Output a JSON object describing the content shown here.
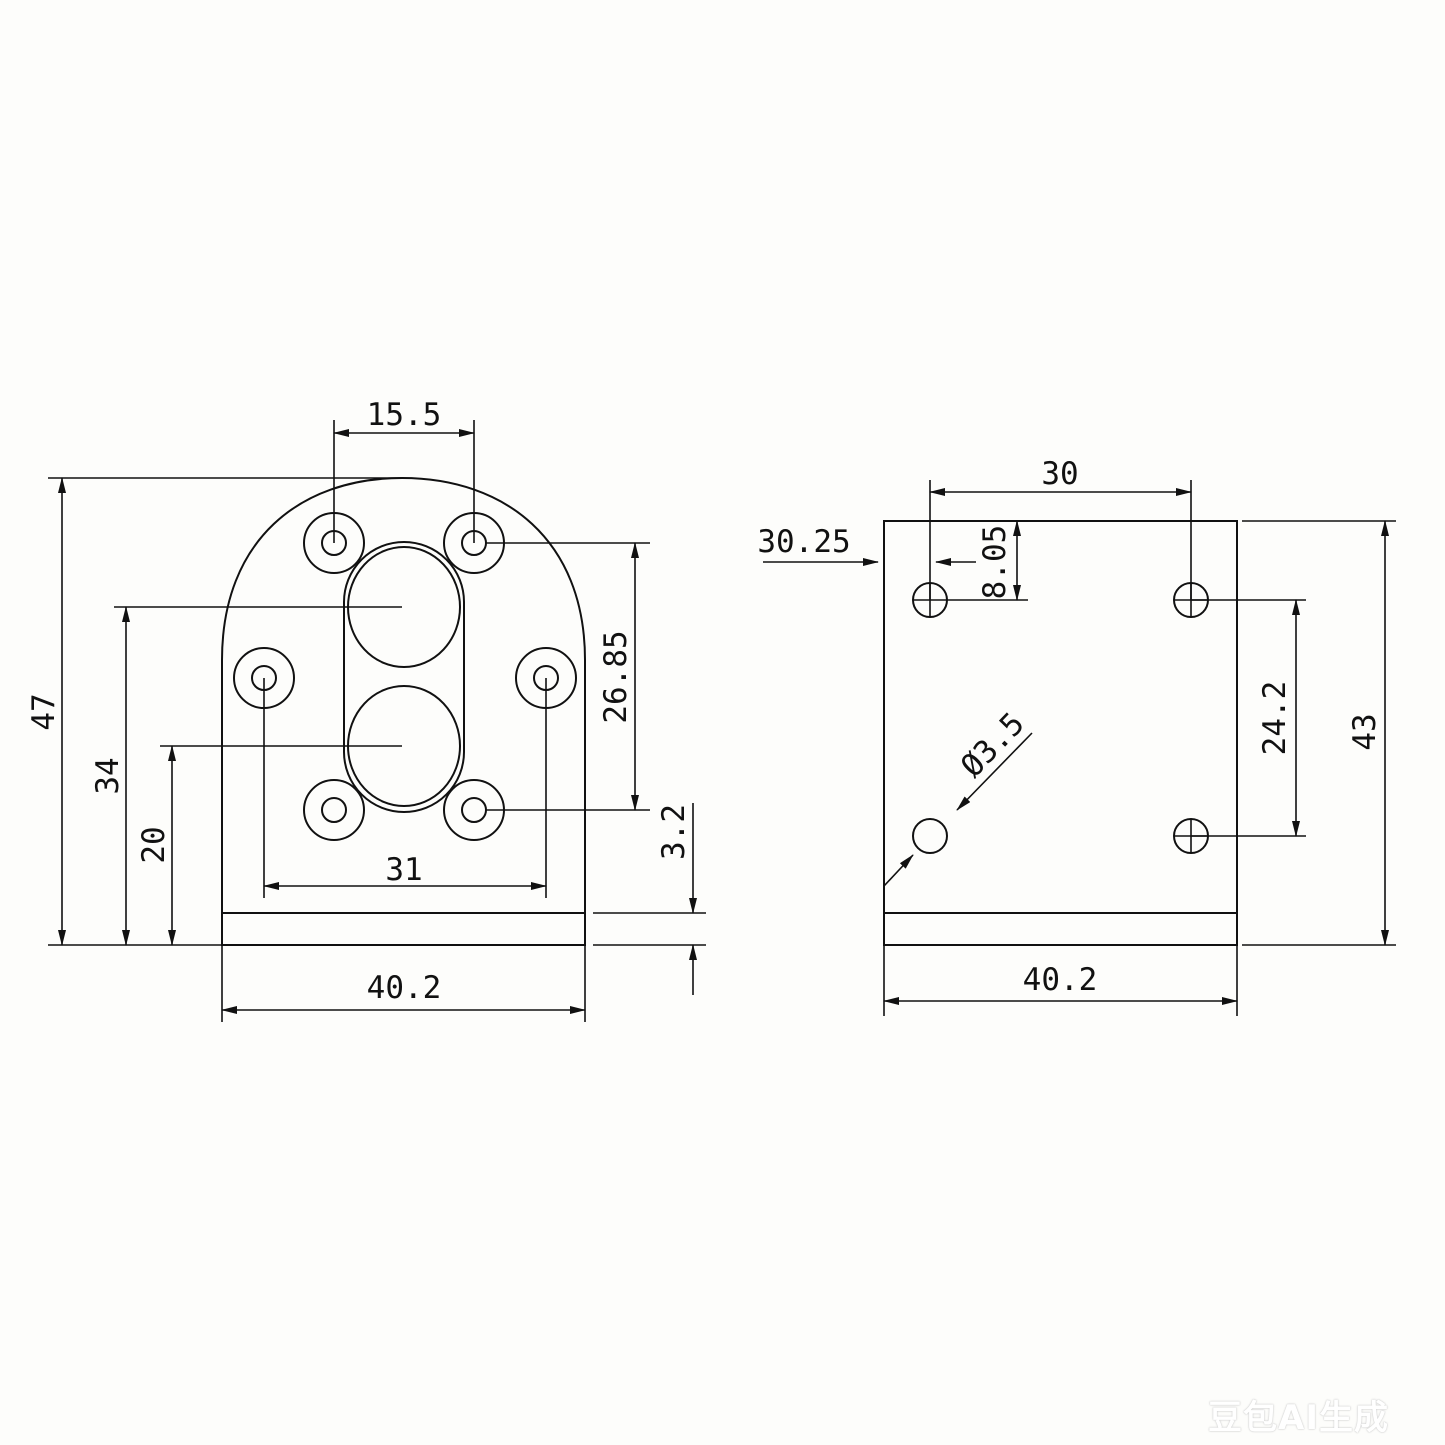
{
  "front_view": {
    "dimensions": {
      "hole_spacing_top": "15.5",
      "overall_height": "47",
      "hole_height_upper": "34",
      "hole_height_lower": "20",
      "hole_spacing_vertical": "26.85",
      "plate_thickness": "3.2",
      "hole_spacing_horizontal": "31",
      "overall_width": "40.2"
    }
  },
  "side_view": {
    "dimensions": {
      "hole_spacing_top": "30",
      "edge_offset": "30.25",
      "top_offset": "8.05",
      "hole_diameter": "Ø3.5",
      "hole_spacing_vertical": "24.2",
      "overall_height": "43",
      "overall_width": "40.2"
    }
  },
  "watermark": "豆包AI生成"
}
